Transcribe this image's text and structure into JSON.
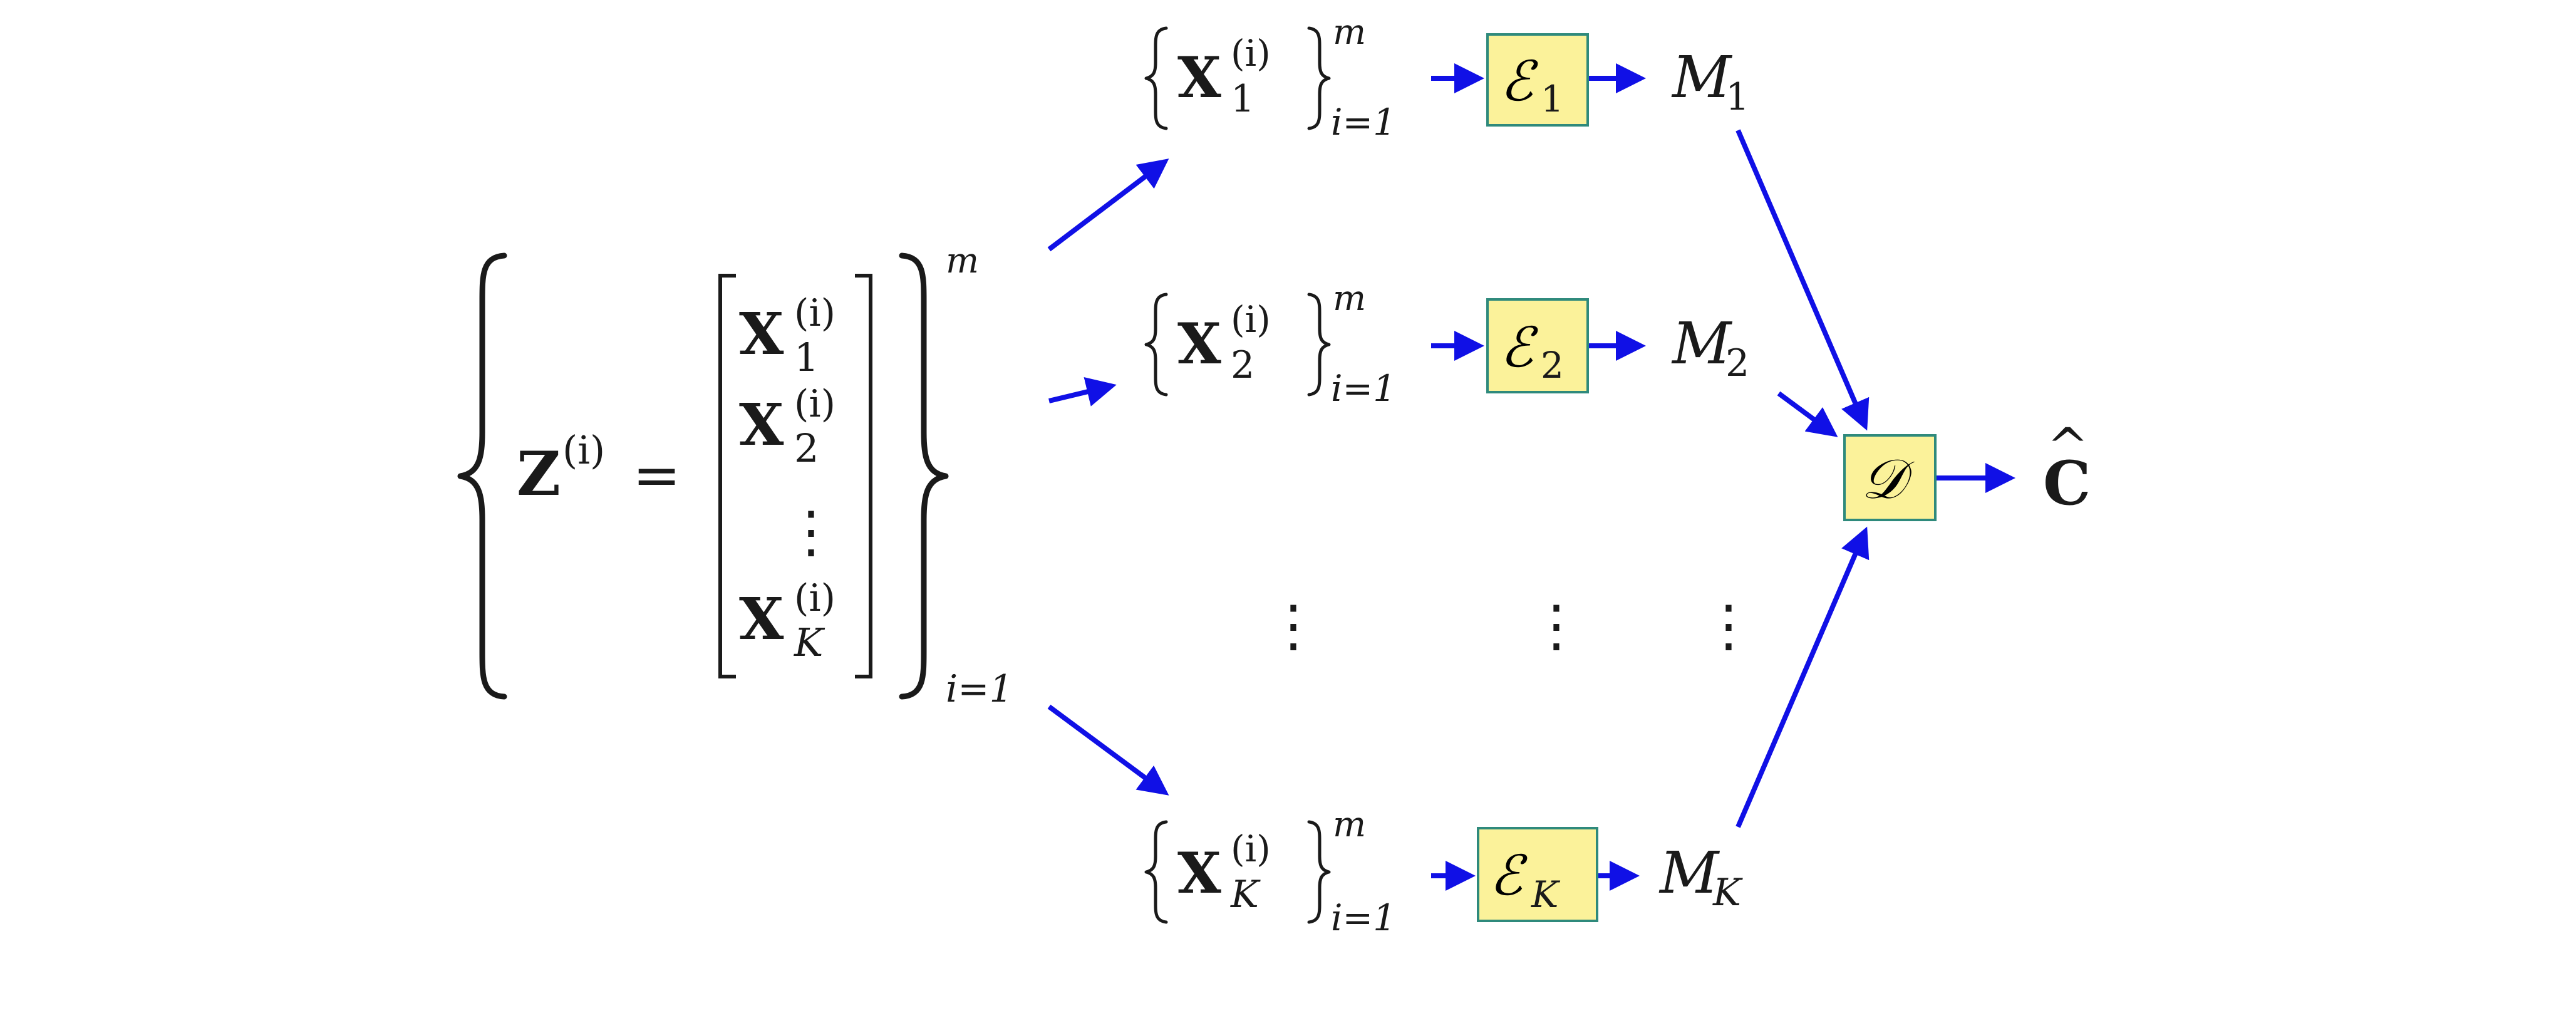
{
  "colors": {
    "arrow": "#1010e6",
    "box_fill": "#fbf29a",
    "box_stroke": "#2f8a7c",
    "text": "#1a1a1a"
  },
  "lhs": {
    "var": "Z",
    "sup": "(i)",
    "equals": "=",
    "sub_lower": "i=1",
    "sup_upper": "m"
  },
  "vector": {
    "entries": [
      {
        "var": "X",
        "sub": "1",
        "sup": "(i)"
      },
      {
        "var": "X",
        "sub": "2",
        "sup": "(i)"
      },
      {
        "var": "X",
        "sub": "K",
        "sup": "(i)"
      }
    ],
    "vdots": "⋮"
  },
  "sets": [
    {
      "var": "X",
      "sub": "1",
      "sup": "(i)",
      "upper": "m",
      "lower": "i=1"
    },
    {
      "var": "X",
      "sub": "2",
      "sup": "(i)",
      "upper": "m",
      "lower": "i=1"
    },
    {
      "var": "X",
      "sub": "K",
      "sup": "(i)",
      "upper": "m",
      "lower": "i=1"
    }
  ],
  "encoders": [
    {
      "sym": "ℰ",
      "sub": "1"
    },
    {
      "sym": "ℰ",
      "sub": "2"
    },
    {
      "sym": "ℰ",
      "sub": "K"
    }
  ],
  "messages": [
    {
      "var": "M",
      "sub": "1"
    },
    {
      "var": "M",
      "sub": "2"
    },
    {
      "var": "M",
      "sub": "K"
    }
  ],
  "dots": "⋮",
  "decoder": {
    "sym": "𝒟"
  },
  "output": {
    "var": "C",
    "hat": "^"
  }
}
